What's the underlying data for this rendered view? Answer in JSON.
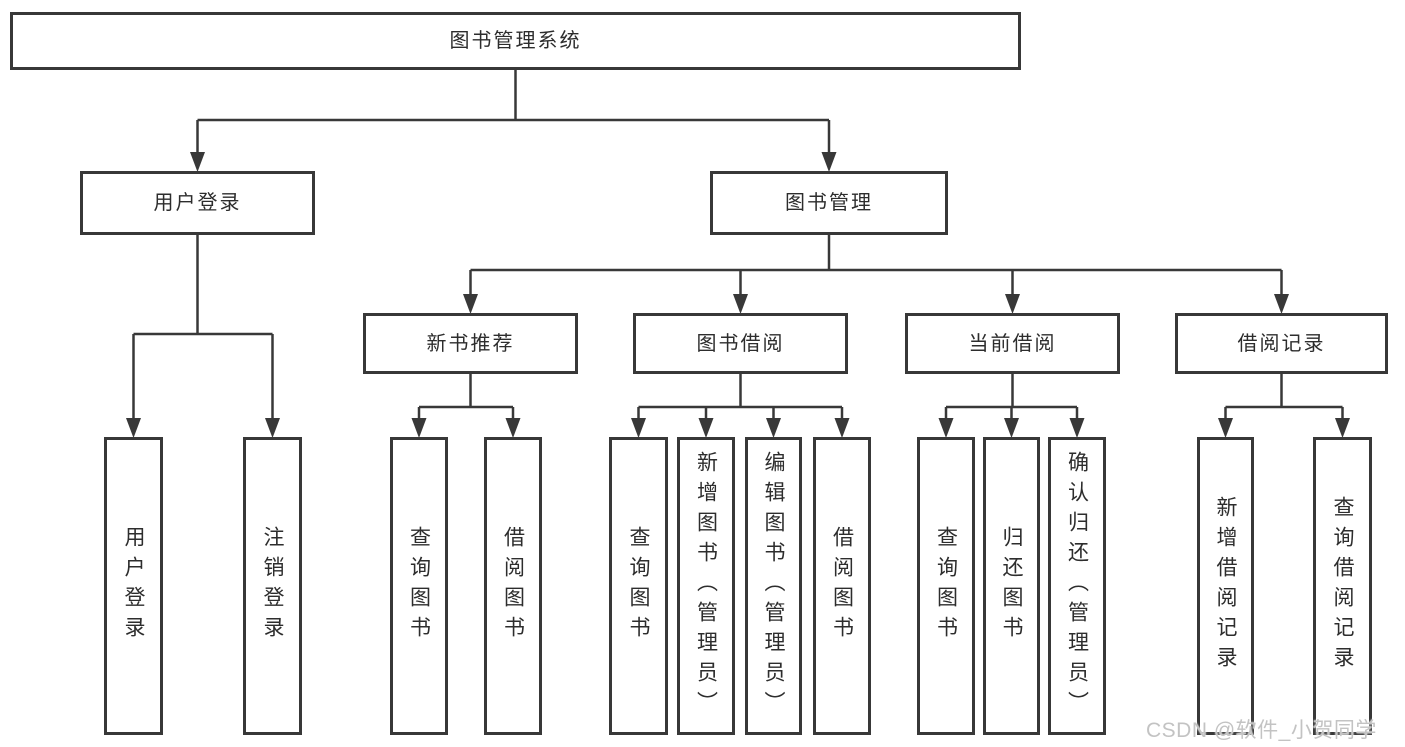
{
  "tree": {
    "root": {
      "label": "图书管理系统"
    },
    "branches": [
      {
        "label": "用户登录",
        "children": [
          {
            "label": "用户登录"
          },
          {
            "label": "注销登录"
          }
        ]
      },
      {
        "label": "图书管理",
        "children": [
          {
            "label": "新书推荐",
            "children": [
              {
                "label": "查询图书"
              },
              {
                "label": "借阅图书"
              }
            ]
          },
          {
            "label": "图书借阅",
            "children": [
              {
                "label": "查询图书"
              },
              {
                "label": "新增图书（管理员）"
              },
              {
                "label": "编辑图书（管理员）"
              },
              {
                "label": "借阅图书"
              }
            ]
          },
          {
            "label": "当前借阅",
            "children": [
              {
                "label": "查询图书"
              },
              {
                "label": "归还图书"
              },
              {
                "label": "确认归还（管理员）"
              }
            ]
          },
          {
            "label": "借阅记录",
            "children": [
              {
                "label": "新增借阅记录"
              },
              {
                "label": "查询借阅记录"
              }
            ]
          }
        ]
      }
    ]
  },
  "watermark": {
    "text": "CSDN @软件_小贺同学"
  },
  "colors": {
    "line": "#383838",
    "border": "#383838",
    "text": "#2d2d2d",
    "box_background": "#ffffff",
    "page_background": "#ffffff",
    "watermark": "#c3c3c3"
  }
}
